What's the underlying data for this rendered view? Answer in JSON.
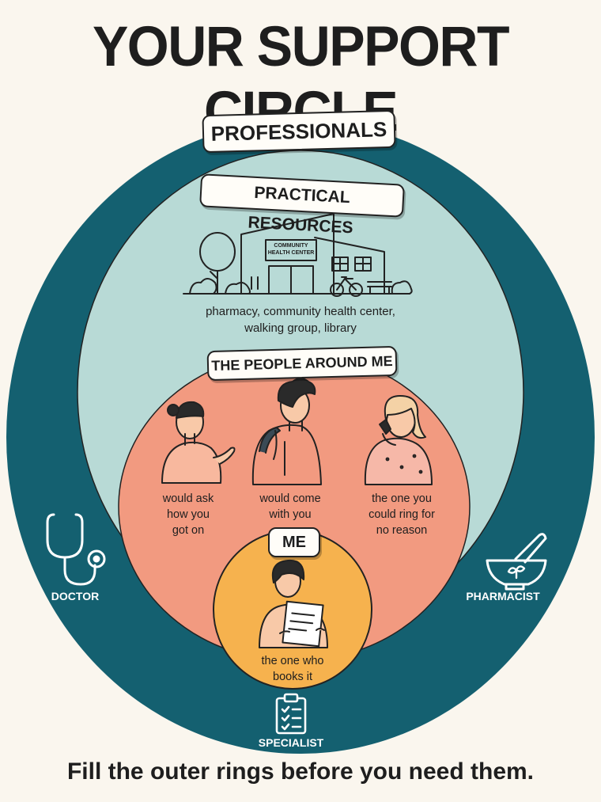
{
  "title": "YOUR SUPPORT CIRCLE",
  "rings": {
    "professionals": {
      "label": "PROFESSIONALS",
      "items": [
        "DOCTOR",
        "PHARMACIST",
        "SPECIALIST"
      ],
      "color": "#146070"
    },
    "practical": {
      "label": "PRACTICAL RESOURCES",
      "building_sign": [
        "COMMUNITY",
        "HEALTH CENTER"
      ],
      "description": [
        "pharmacy, community health center,",
        "walking group, library"
      ],
      "color": "#b8dad6"
    },
    "people": {
      "label": "THE PEOPLE AROUND ME",
      "captions": [
        [
          "would ask",
          "how you",
          "got on"
        ],
        [
          "would come",
          "with you"
        ],
        [
          "the one you",
          "could ring for",
          "no reason"
        ]
      ],
      "color": "#f29a80"
    },
    "me": {
      "label": "ME",
      "caption": [
        "the one who",
        "books it"
      ],
      "color": "#f6b24e"
    }
  },
  "footer": "Fill the outer rings before you need them.",
  "icons": [
    "stethoscope-icon",
    "mortar-pestle-icon",
    "clipboard-icon",
    "community-building-icon"
  ]
}
